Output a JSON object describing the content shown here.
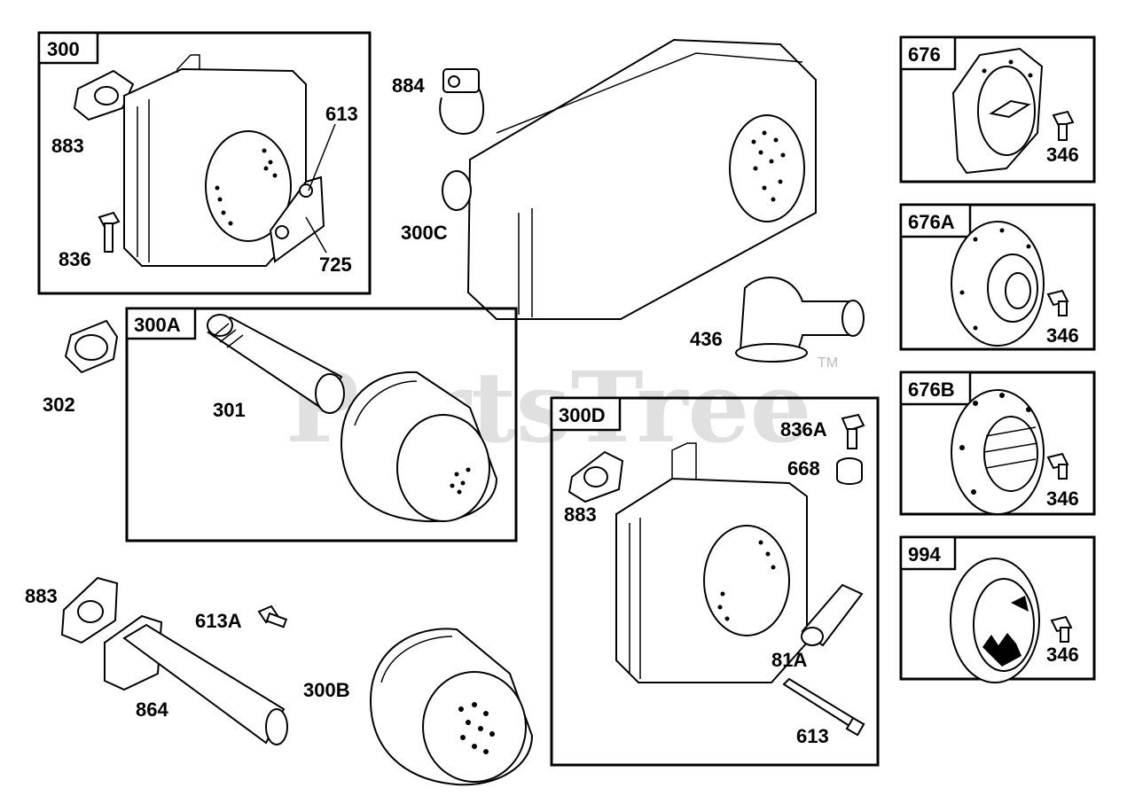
{
  "watermark": {
    "text": "PartsTree",
    "trademark": "TM"
  },
  "boxes": {
    "b300": "300",
    "b300a": "300A",
    "b300d": "300D",
    "b676": "676",
    "b676a": "676A",
    "b676b": "676B",
    "b994": "994"
  },
  "labels": {
    "l883_top": "883",
    "l613_top": "613",
    "l725": "725",
    "l836_top": "836",
    "l884": "884",
    "l300c": "300C",
    "l436": "436",
    "l302": "302",
    "l301": "301",
    "l836a": "836A",
    "l668": "668",
    "l883_mid": "883",
    "l81a": "81A",
    "l613_bottom": "613",
    "l883_left": "883",
    "l613a": "613A",
    "l864": "864",
    "l300b": "300B",
    "l346_676": "346",
    "l346_676a": "346",
    "l346_676b": "346",
    "l346_994": "346"
  },
  "colors": {
    "line": "#000000",
    "watermark": "#c8c8c8",
    "background": "#ffffff"
  }
}
